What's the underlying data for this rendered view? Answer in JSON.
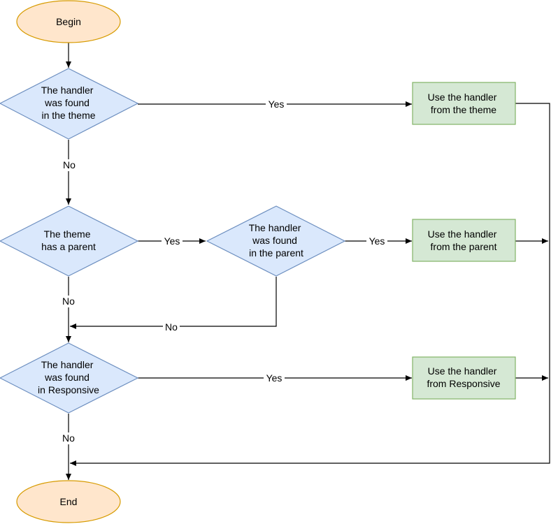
{
  "colors": {
    "terminal_fill": "#ffe6cc",
    "terminal_stroke": "#d79b00",
    "decision_fill": "#dae8fc",
    "decision_stroke": "#6c8ebf",
    "process_fill": "#d5e8d4",
    "process_stroke": "#82b366",
    "line": "#000000"
  },
  "nodes": {
    "begin": {
      "label": "Begin"
    },
    "d_theme": {
      "lines": [
        "The handler",
        "was found",
        "in the theme"
      ]
    },
    "p_theme": {
      "lines": [
        "Use the handler",
        "from the theme"
      ]
    },
    "d_has_parent": {
      "lines": [
        "The theme",
        "has a parent"
      ]
    },
    "d_parent": {
      "lines": [
        "The handler",
        "was found",
        "in the parent"
      ]
    },
    "p_parent": {
      "lines": [
        "Use the handler",
        "from the parent"
      ]
    },
    "d_responsive": {
      "lines": [
        "The handler",
        "was found",
        "in Responsive"
      ]
    },
    "p_responsive": {
      "lines": [
        "Use the handler",
        "from Responsive"
      ]
    },
    "end": {
      "label": "End"
    }
  },
  "edge_labels": {
    "theme_yes": "Yes",
    "theme_no": "No",
    "has_parent_yes": "Yes",
    "parent_yes": "Yes",
    "has_parent_no": "No",
    "parent_no": "No",
    "responsive_yes": "Yes",
    "responsive_no": "No"
  }
}
